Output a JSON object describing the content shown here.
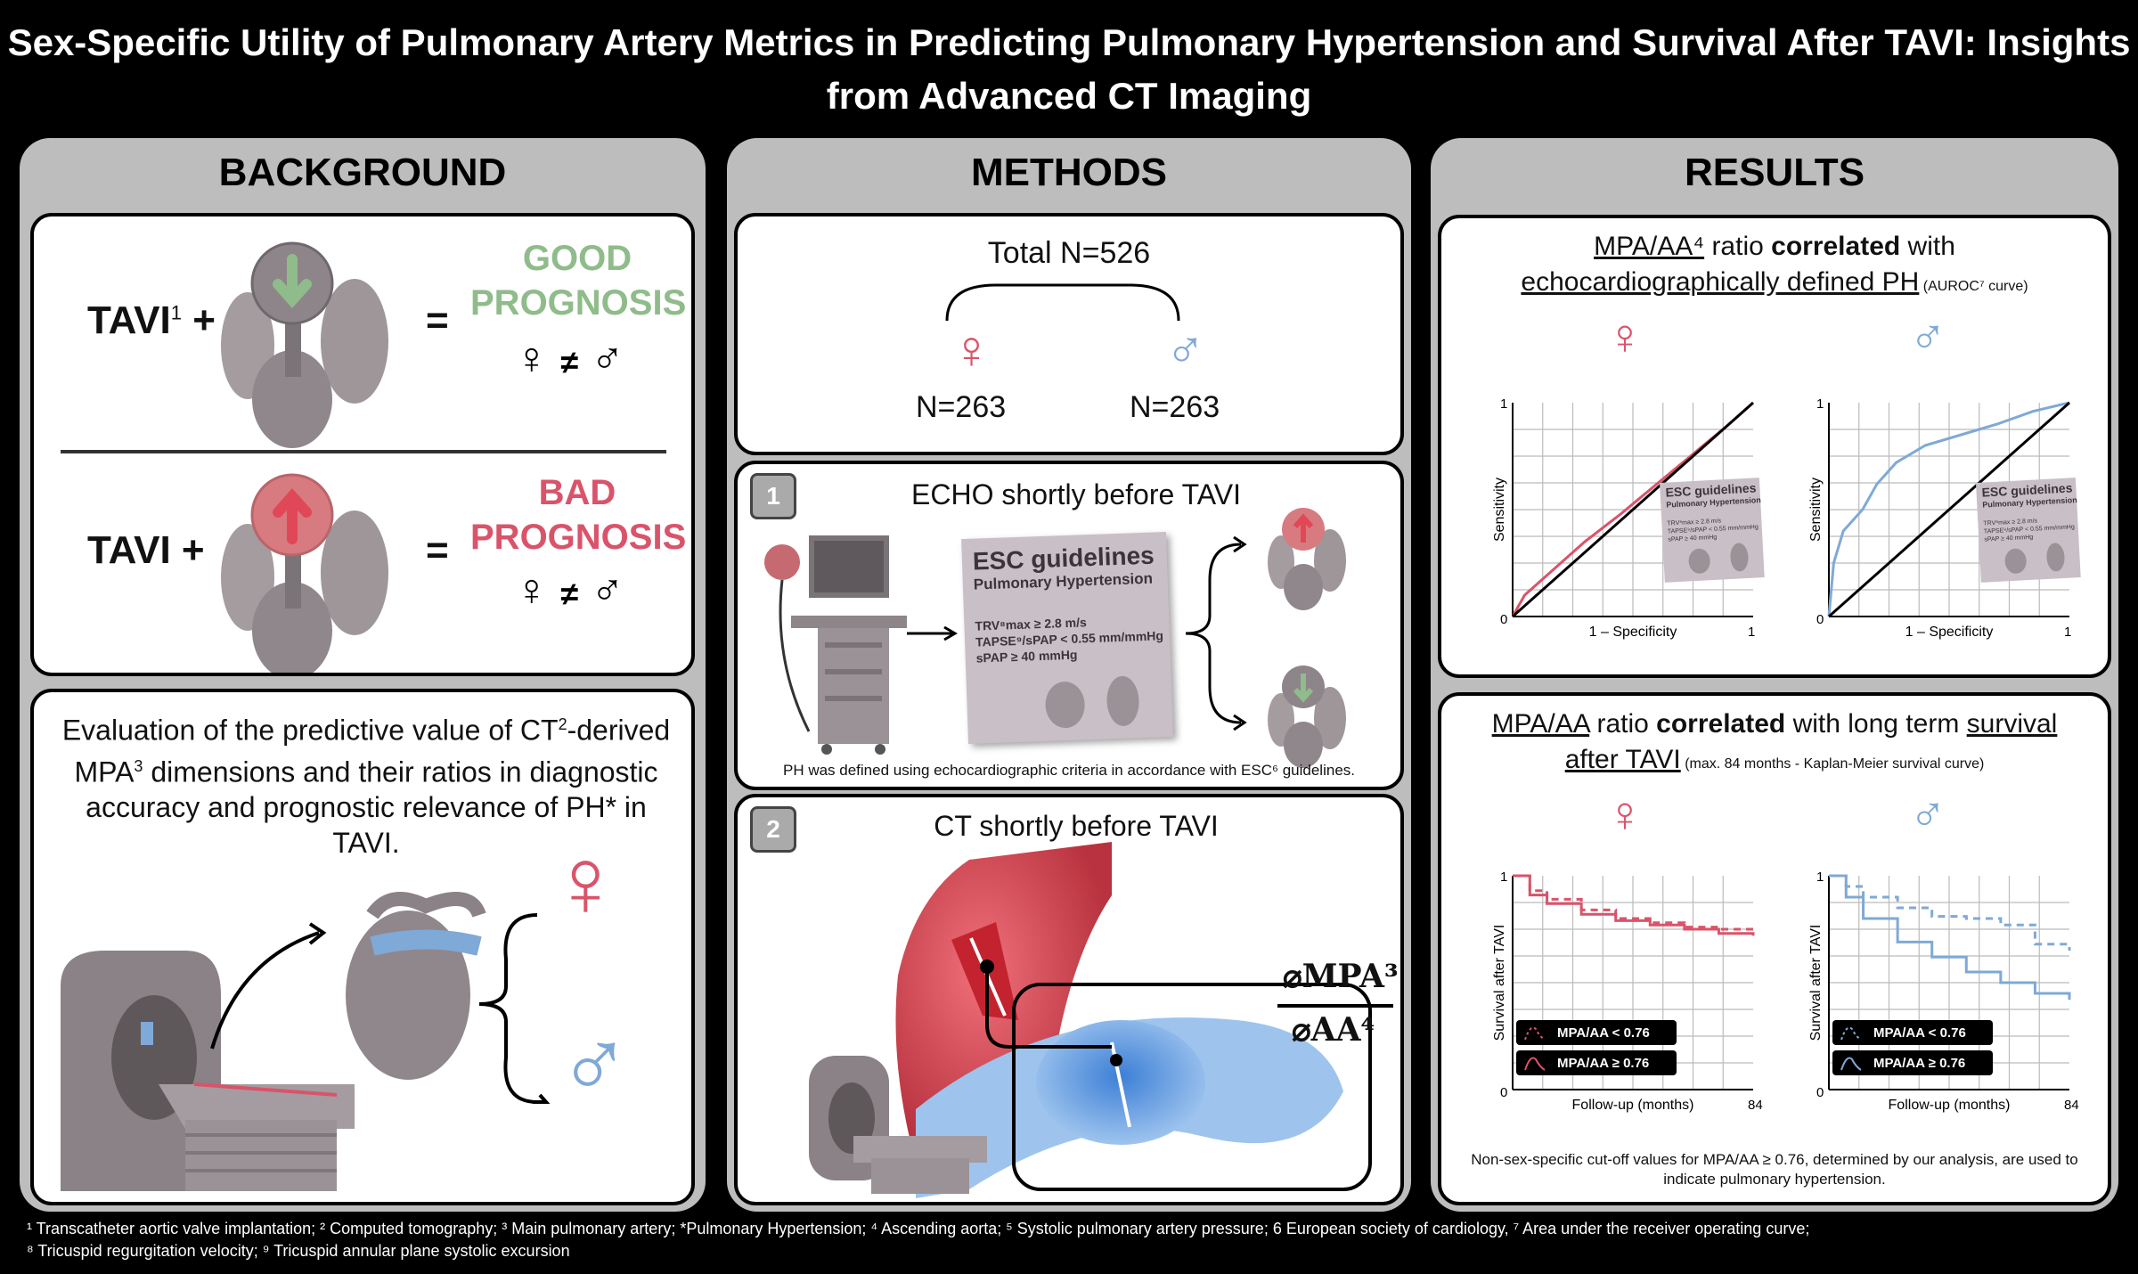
{
  "title": "Sex-Specific Utility of Pulmonary Artery Metrics in Predicting Pulmonary Hypertension and Survival After TAVI: Insights from Advanced CT Imaging",
  "background": {
    "heading": "BACKGROUND",
    "tavi_sup_label": "TAVI",
    "tavi_sup": "1",
    "plus": "+",
    "equals": "=",
    "good": "GOOD PROGNOSIS",
    "tavi_label": "TAVI +",
    "bad": "BAD PROGNOSIS",
    "female_symbol": "♀",
    "not_equal": "≠",
    "male_symbol": "♂",
    "eval_text_1": "Evaluation of the predictive value of CT",
    "eval_sup_1": "2",
    "eval_text_2": "-derived MPA",
    "eval_sup_2": "3",
    "eval_text_3": " dimensions and their ratios in diagnostic accuracy and prognostic relevance of PH* in TAVI."
  },
  "methods": {
    "heading": "METHODS",
    "total": "Total N=526",
    "n_female": "N=263",
    "n_male": "N=263",
    "step1_num": "1",
    "step1_title": "ECHO shortly before TAVI",
    "esc_title": "ESC guidelines",
    "esc_subtitle": "Pulmonary Hypertension",
    "crit_1": "TRV⁸max ≥ 2.8 m/s",
    "crit_2": "TAPSE⁹/sPAP < 0.55 mm/mmHg",
    "crit_3": "sPAP ≥ 40 mmHg",
    "step1_caption": "PH was defined using echocardiographic criteria in accordance with ESC⁶ guidelines.",
    "step2_num": "2",
    "step2_title": "CT shortly before TAVI",
    "ratio_num": "⌀MPA³",
    "ratio_den": "⌀AA⁴"
  },
  "results": {
    "heading": "RESULTS",
    "r1_line1_a": "MPA/AA⁴",
    "r1_line1_b": " ratio ",
    "r1_line1_c": "correlated",
    "r1_line1_d": " with",
    "r1_line2_a": "echocardiographically defined PH",
    "r1_line2_b": " (AUROC⁷ curve)",
    "roc_ylabel": "Sensitivity",
    "roc_xlabel": "1 – Specificity",
    "tick_0": "0",
    "tick_1": "1",
    "esc_mini_title": "ESC guidelines",
    "esc_mini_sub": "Pulmonary Hypertension",
    "esc_mini_c1": "TRV⁸max ≥ 2.8 m/s",
    "esc_mini_c2": "TAPSE⁹/sPAP < 0.55 mm/mmHg",
    "esc_mini_c3": "sPAP ≥ 40 mmHg",
    "r2_line1_a": "MPA/AA",
    "r2_line1_b": " ratio ",
    "r2_line1_c": "correlated",
    "r2_line1_d": " with long term ",
    "r2_line1_e": "survival",
    "r2_line2_a": "after TAVI",
    "r2_line2_b": " (max. 84 months - Kaplan-Meier survival curve)",
    "km_ylabel": "Survival after TAVI",
    "km_xlabel": "Follow-up (months)",
    "tick_84": "84",
    "leg_lt": "MPA/AA < 0.76",
    "leg_ge": "MPA/AA ≥ 0.76",
    "note": "Non-sex-specific cut-off values for MPA/AA ≥ 0.76, determined by our analysis, are used to indicate pulmonary hypertension.",
    "colors": {
      "female": "#d9546a",
      "male": "#7fa9d6"
    }
  },
  "chart_data": [
    {
      "type": "line",
      "xlabel": "1 – Specificity",
      "ylabel": "Sensitivity",
      "xlim": [
        0,
        1
      ],
      "ylim": [
        0,
        1
      ],
      "grid": true,
      "series": [
        {
          "values": [
            [
              0,
              0
            ],
            [
              0.05,
              0.1
            ],
            [
              0.15,
              0.2
            ],
            [
              0.3,
              0.35
            ],
            [
              0.45,
              0.48
            ],
            [
              0.6,
              0.62
            ],
            [
              0.75,
              0.76
            ],
            [
              0.9,
              0.9
            ],
            [
              1,
              1
            ]
          ]
        },
        {
          "values": [
            [
              0,
              0
            ],
            [
              1,
              1
            ]
          ]
        }
      ]
    },
    {
      "type": "line",
      "xlabel": "1 – Specificity",
      "ylabel": "Sensitivity",
      "xlim": [
        0,
        1
      ],
      "ylim": [
        0,
        1
      ],
      "grid": true,
      "series": [
        {
          "values": [
            [
              0,
              0
            ],
            [
              0.02,
              0.25
            ],
            [
              0.06,
              0.4
            ],
            [
              0.14,
              0.5
            ],
            [
              0.2,
              0.62
            ],
            [
              0.28,
              0.72
            ],
            [
              0.4,
              0.8
            ],
            [
              0.55,
              0.85
            ],
            [
              0.7,
              0.9
            ],
            [
              0.85,
              0.96
            ],
            [
              1,
              1
            ]
          ]
        },
        {
          "values": [
            [
              0,
              0
            ],
            [
              1,
              1
            ]
          ]
        }
      ]
    },
    {
      "type": "line",
      "xlabel": "Follow-up (months)",
      "ylabel": "Survival after TAVI",
      "xlim": [
        0,
        84
      ],
      "ylim": [
        0,
        1
      ],
      "grid": true,
      "series": [
        {
          "name": "MPA/AA < 0.76",
          "values": [
            [
              0,
              1
            ],
            [
              6,
              0.93
            ],
            [
              12,
              0.89
            ],
            [
              24,
              0.84
            ],
            [
              36,
              0.8
            ],
            [
              48,
              0.78
            ],
            [
              60,
              0.76
            ],
            [
              72,
              0.75
            ],
            [
              84,
              0.74
            ]
          ]
        },
        {
          "name": "MPA/AA ≥ 0.76",
          "values": [
            [
              0,
              1
            ],
            [
              6,
              0.91
            ],
            [
              12,
              0.87
            ],
            [
              24,
              0.82
            ],
            [
              36,
              0.79
            ],
            [
              48,
              0.77
            ],
            [
              60,
              0.75
            ],
            [
              72,
              0.73
            ],
            [
              84,
              0.72
            ]
          ]
        }
      ]
    },
    {
      "type": "line",
      "xlabel": "Follow-up (months)",
      "ylabel": "Survival after TAVI",
      "xlim": [
        0,
        84
      ],
      "ylim": [
        0,
        1
      ],
      "grid": true,
      "series": [
        {
          "name": "MPA/AA < 0.76",
          "values": [
            [
              0,
              1
            ],
            [
              6,
              0.95
            ],
            [
              12,
              0.9
            ],
            [
              24,
              0.85
            ],
            [
              36,
              0.81
            ],
            [
              48,
              0.8
            ],
            [
              60,
              0.77
            ],
            [
              72,
              0.68
            ],
            [
              84,
              0.65
            ]
          ]
        },
        {
          "name": "MPA/AA ≥ 0.76",
          "values": [
            [
              0,
              1
            ],
            [
              6,
              0.9
            ],
            [
              12,
              0.8
            ],
            [
              24,
              0.69
            ],
            [
              36,
              0.62
            ],
            [
              48,
              0.55
            ],
            [
              60,
              0.5
            ],
            [
              72,
              0.45
            ],
            [
              84,
              0.42
            ]
          ]
        }
      ]
    }
  ],
  "footnotes": {
    "line1": "¹ Transcatheter aortic valve implantation; ² Computed tomography; ³ Main pulmonary artery; *Pulmonary Hypertension; ⁴ Ascending aorta; ⁵ Systolic pulmonary artery pressure; 6 European society of cardiology, ⁷ Area under the receiver operating curve;",
    "line2": "⁸ Tricuspid regurgitation velocity; ⁹ Tricuspid annular plane systolic excursion"
  }
}
